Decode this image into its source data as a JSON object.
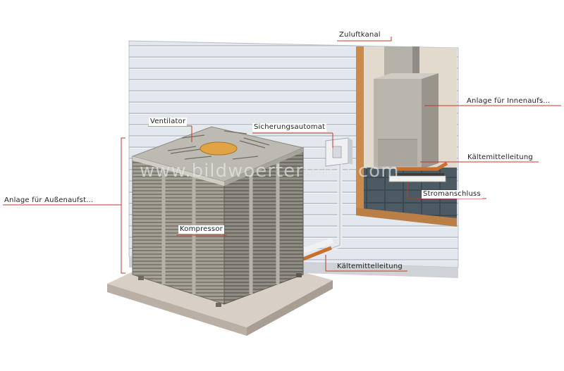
{
  "labels": {
    "supply_duct": "Zuluftkanal",
    "indoor_unit": "Anlage für Innenaufs...",
    "refrigerant_line_indoor": "Kältemittelleitung",
    "power_connection": "Stromanschluss",
    "fan": "Ventilator",
    "circuit_breaker": "Sicherungsautomat",
    "outdoor_unit": "Anlage für Außenaufst...",
    "compressor": "Kompressor",
    "refrigerant_line_outdoor": "Kältemittelleitung"
  },
  "watermark": "www.bildwoerterbuch.com",
  "colors": {
    "leader_line": "#c0392b",
    "siding": "#dfe3ea",
    "unit_body": "#a9a79c",
    "fan_center": "#e0a442"
  }
}
